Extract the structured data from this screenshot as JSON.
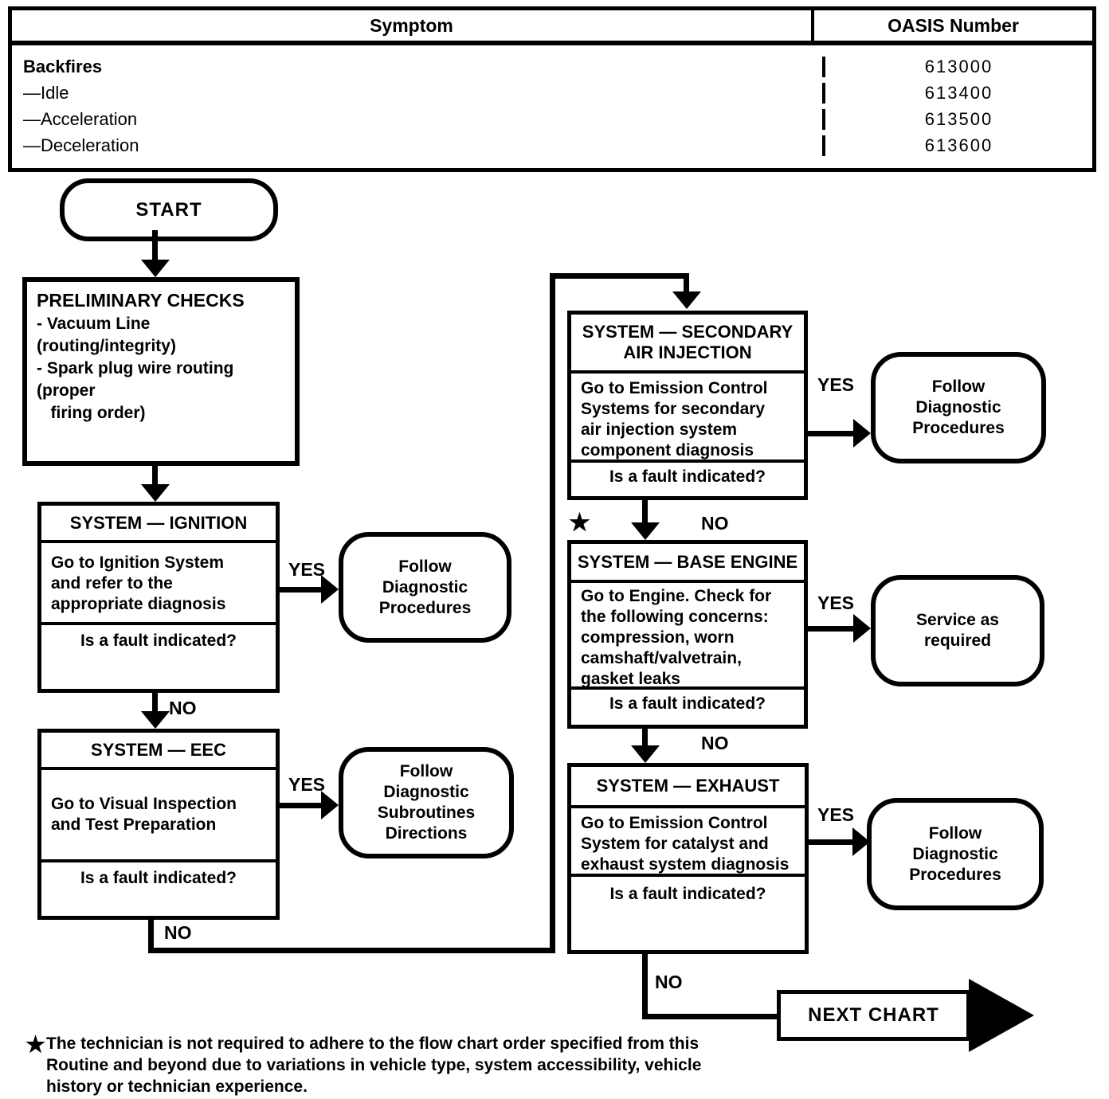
{
  "symptom_table": {
    "col_symptom": "Symptom",
    "col_oasis": "OASIS Number",
    "rows": [
      {
        "symptom": "Backfires",
        "oasis": "613000"
      },
      {
        "symptom": "—Idle",
        "oasis": "613400"
      },
      {
        "symptom": "—Acceleration",
        "oasis": "613500"
      },
      {
        "symptom": "—Deceleration",
        "oasis": "613600"
      }
    ]
  },
  "flowchart": {
    "start": "START",
    "labels": {
      "yes": "YES",
      "no": "NO"
    },
    "star": "★",
    "preliminary": {
      "title": "PRELIMINARY CHECKS",
      "items": "- Vacuum Line (routing/integrity)\n- Spark plug wire routing (proper\n   firing order)"
    },
    "ignition": {
      "header": "SYSTEM — IGNITION",
      "body": "Go to Ignition System\nand refer to the\nappropriate diagnosis",
      "question": "Is a fault indicated?"
    },
    "eec": {
      "header": "SYSTEM — EEC",
      "body": "Go to Visual Inspection\nand Test Preparation",
      "question": "Is a fault indicated?"
    },
    "secondary_air": {
      "header": "SYSTEM — SECONDARY\nAIR INJECTION",
      "body": "Go to Emission Control\nSystems for secondary\nair injection system\ncomponent diagnosis",
      "question": "Is a fault indicated?"
    },
    "base_engine": {
      "header": "SYSTEM — BASE ENGINE",
      "body": "Go to Engine. Check for\nthe following concerns:\ncompression, worn\ncamshaft/valvetrain,\ngasket leaks",
      "question": "Is a fault indicated?"
    },
    "exhaust": {
      "header": "SYSTEM — EXHAUST",
      "body": "Go to Emission Control\nSystem for catalyst and\nexhaust system diagnosis",
      "question": "Is a fault indicated?"
    },
    "terminal_ignition_yes": "Follow\nDiagnostic\nProcedures",
    "terminal_eec_yes": "Follow\nDiagnostic\nSubroutines\nDirections",
    "terminal_secondary_air_yes": "Follow\nDiagnostic\nProcedures",
    "terminal_base_engine_yes": "Service as\nrequired",
    "terminal_exhaust_yes": "Follow\nDiagnostic\nProcedures",
    "next_chart": "NEXT CHART"
  },
  "footnote": {
    "star": "★",
    "text": "The technician is not required to adhere to the flow chart order specified from this\nRoutine and beyond due to variations in vehicle type, system accessibility, vehicle\nhistory or technician experience."
  }
}
